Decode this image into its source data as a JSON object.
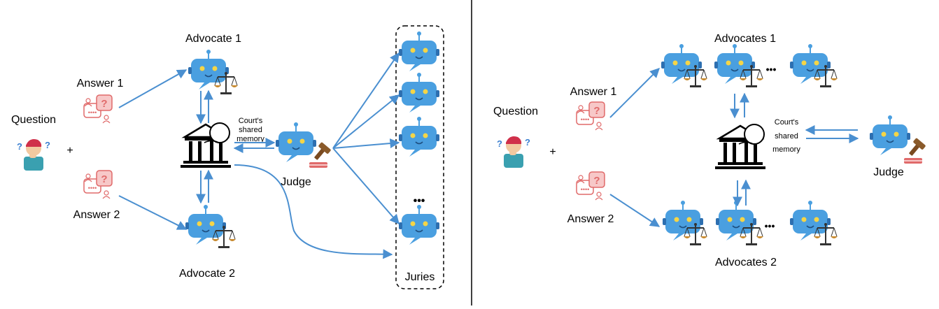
{
  "left_panel": {
    "question_label": "Question",
    "plus": "+",
    "answer1_label": "Answer 1",
    "answer2_label": "Answer 2",
    "advocate1_label": "Advocate 1",
    "advocate2_label": "Advocate 2",
    "memory_line1": "Court's",
    "memory_line2": "shared",
    "memory_line3": "memory",
    "judge_label": "Judge",
    "ellipsis": "•••",
    "juries_label": "Juries"
  },
  "right_panel": {
    "question_label": "Question",
    "plus": "+",
    "answer1_label": "Answer 1",
    "answer2_label": "Answer 2",
    "advocates1_label": "Advocates 1",
    "advocates2_label": "Advocates 2",
    "memory_line1": "Court's",
    "memory_line2": "shared",
    "memory_line3": "memory",
    "judge_label": "Judge",
    "ellipsis_top": "•••",
    "ellipsis_bottom": "•••"
  },
  "colors": {
    "arrow": "#4a8fd0",
    "robot_body": "#4a9fe0",
    "robot_eye": "#f5d547",
    "scale": "#c88a30",
    "speech_bubble": "#e06a6a",
    "speech_fill": "#f7c8c8",
    "divider": "#000000"
  }
}
